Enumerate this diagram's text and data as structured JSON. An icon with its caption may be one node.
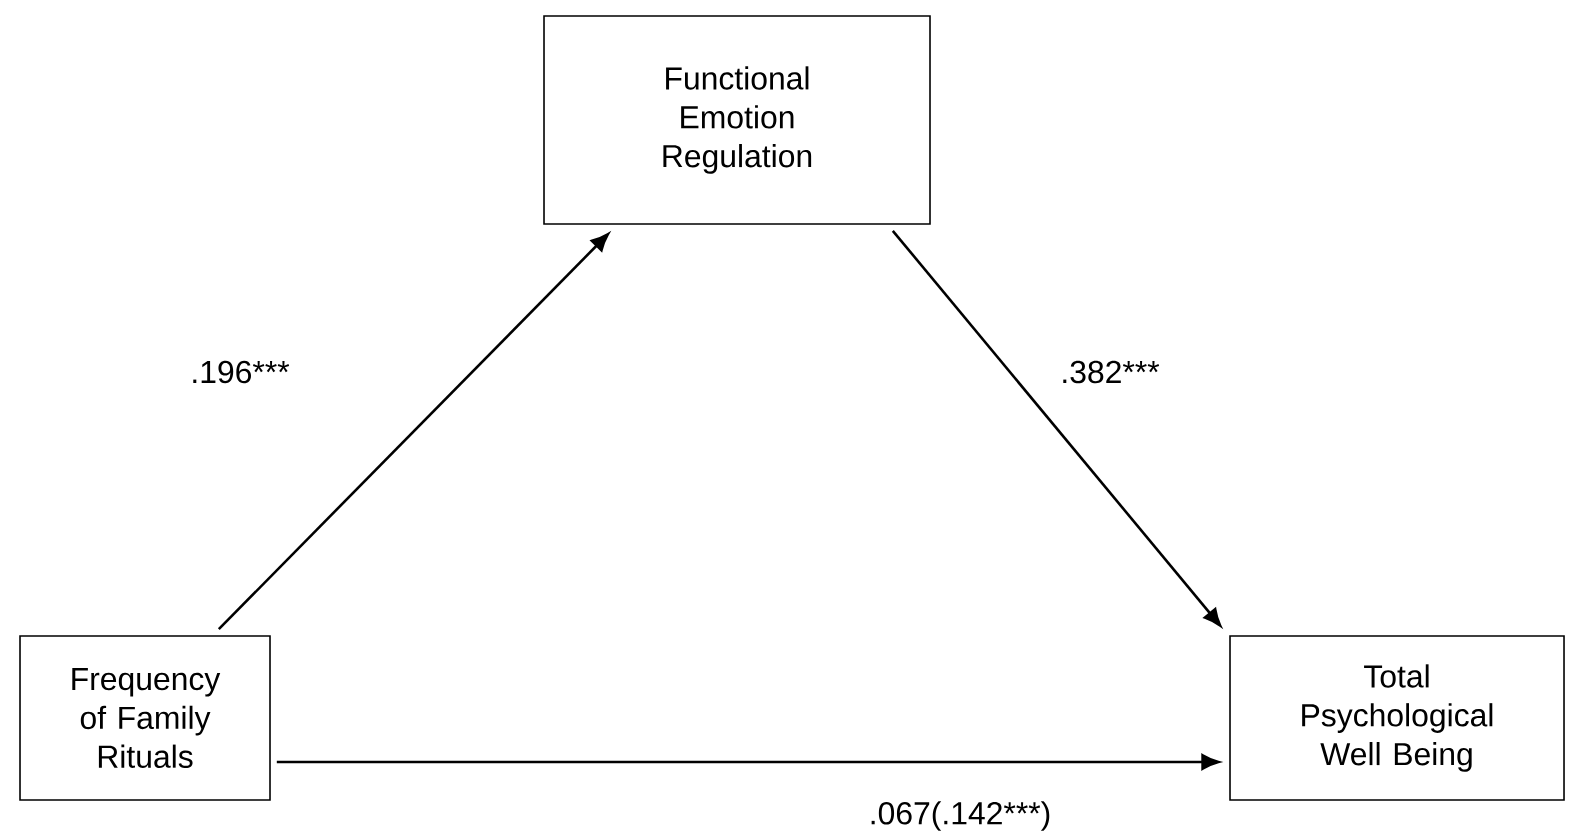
{
  "diagram": {
    "nodes": [
      {
        "text": [
          "Functional Emotion Regulation"
        ]
      },
      {
        "text": [
          "Frequency of Family Rituals"
        ]
      },
      {
        "text": [
          "Total Psychological Well Being"
        ]
      }
    ],
    "edges": [
      {
        "from": 1,
        "to": 0,
        "arrow": "to",
        "label": ".196***"
      },
      {
        "from": 0,
        "to": 2,
        "arrow": "to",
        "label": ".382***"
      },
      {
        "from": 1,
        "to": 2,
        "arrow": "to",
        "label": ".067(.142***)"
      }
    ]
  }
}
